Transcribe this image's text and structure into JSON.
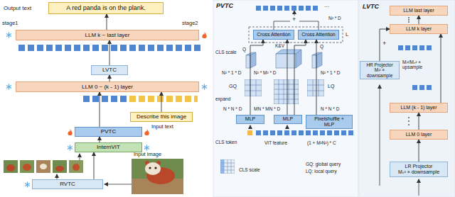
{
  "diagram": {
    "nodes": [
      {
        "text": [
          "A red panda is on the plank."
        ]
      },
      {
        "text": [
          "LLM k ~ last layer"
        ]
      },
      {
        "text": [
          "LVTC"
        ]
      },
      {
        "text": [
          "LLM 0 ~ (k - 1) layer"
        ]
      },
      {
        "text": [
          "Describe this image"
        ]
      },
      {
        "text": [
          "PVTC"
        ]
      },
      {
        "text": [
          "InternVIT"
        ]
      },
      {
        "text": [
          "RVTC"
        ]
      },
      {
        "text": [
          "Cross Attention"
        ]
      },
      {
        "text": [
          "Cross Attention"
        ]
      },
      {
        "text": [
          "MLP"
        ]
      },
      {
        "text": [
          "MLP"
        ]
      },
      {
        "text": [
          "Pixelshuffle + MLP"
        ]
      },
      {
        "text": [
          "LLM last layer"
        ]
      },
      {
        "text": [
          "LLM k layer"
        ]
      },
      {
        "text": [
          "HR Projector",
          "Mₗ² × downsample"
        ]
      },
      {
        "text": [
          "LLM (k - 1) layer"
        ]
      },
      {
        "text": [
          "LLM 0 layer"
        ]
      },
      {
        "text": [
          "LR Projector",
          "Mₛ² × downsample"
        ]
      }
    ],
    "edges": [
      {
        "from": 1,
        "to": 0,
        "arrow": "to"
      },
      {
        "from": 2,
        "to": 1,
        "arrow": "to"
      },
      {
        "from": 3,
        "to": 2,
        "arrow": "to"
      },
      {
        "from": 4,
        "to": 3,
        "arrow": "to"
      },
      {
        "from": 5,
        "to": 3,
        "arrow": "to"
      },
      {
        "from": 6,
        "to": 5,
        "arrow": "to"
      },
      {
        "from": 7,
        "to": 6,
        "arrow": "to"
      },
      {
        "from": 10,
        "to": 8,
        "label": "Q",
        "arrow": "to"
      },
      {
        "from": 11,
        "to": 8,
        "label": "K&V",
        "arrow": "to"
      },
      {
        "from": 11,
        "to": 9,
        "arrow": "to"
      },
      {
        "from": 12,
        "to": 9,
        "label": "Q",
        "arrow": "to"
      },
      {
        "from": 18,
        "to": 17,
        "arrow": "to"
      },
      {
        "from": 17,
        "to": 16,
        "arrow": "to"
      },
      {
        "from": 16,
        "to": 14,
        "arrow": "to"
      },
      {
        "from": 15,
        "to": 14,
        "arrow": "to"
      },
      {
        "from": 14,
        "to": 13,
        "arrow": "to"
      }
    ],
    "labels": [
      "Output text",
      "stage1",
      "stage2",
      "Input text",
      "Input image",
      "PVTC",
      "...",
      "+",
      "N² * D",
      "L",
      "CLS scale",
      "N² * 1 * D",
      "N² * M² * D",
      "N² * 1 * D",
      "GQ",
      "LQ",
      "GQ: global query",
      "LQ: local query",
      "expand",
      "N * N * D",
      "MN * MN * D",
      "N * N * D",
      "CLS token",
      "VIT feature",
      "(1 + M²N²) * C",
      "CLS scale",
      "LVTC",
      "Mₗ²/Mₛ² × upsample",
      "+"
    ]
  }
}
